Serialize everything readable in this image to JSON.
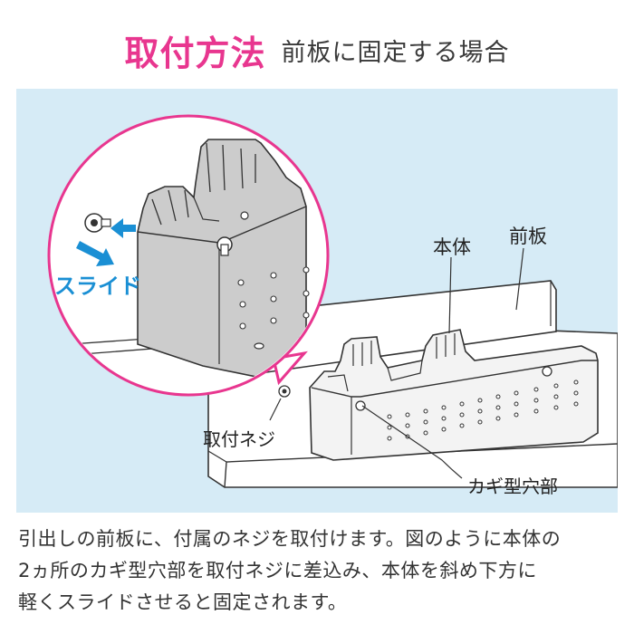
{
  "title": {
    "main": "取付方法",
    "sub": "前板に固定する場合"
  },
  "labels": {
    "body": "本体",
    "front_board": "前板",
    "slide": "スライド",
    "screw": "取付ネジ",
    "key_hole": "カギ型穴部"
  },
  "caption": {
    "line1": "引出しの前板に、付属のネジを取付けます。図のように本体の",
    "line2": "2ヵ所のカギ型穴部を取付ネジに差込み、本体を斜め下方に",
    "line3": "軽くスライドさせると固定されます。"
  },
  "colors": {
    "title_accent": "#e8368f",
    "panel_bg": "#d6ebf6",
    "arrow": "#1a8fd4",
    "circle_border": "#e8368f"
  }
}
